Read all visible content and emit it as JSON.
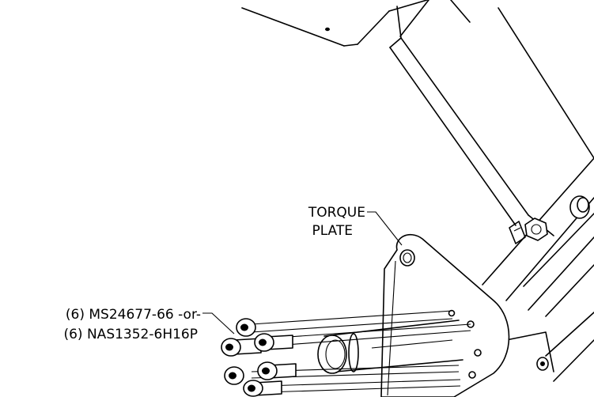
{
  "callouts": {
    "torque_plate_line1": "TORQUE",
    "torque_plate_line2": "PLATE",
    "bolt_line1": "(6) MS24677-66 -or-",
    "bolt_line2": "(6) NAS1352-6H16P"
  }
}
